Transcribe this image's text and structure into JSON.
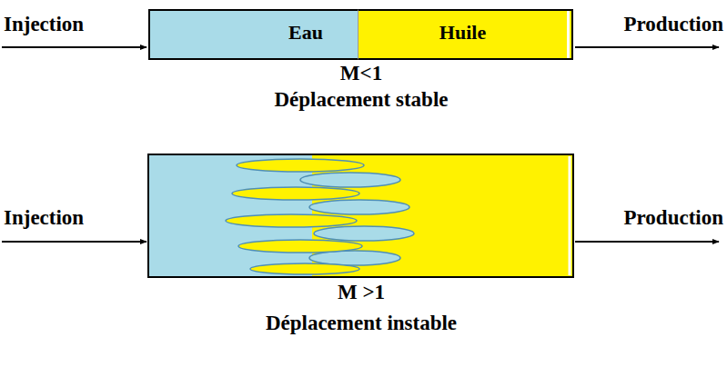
{
  "diagram": {
    "nodes": [
      {
        "text": [
          "Eau"
        ]
      },
      {
        "text": [
          "Huile"
        ]
      }
    ],
    "labels": [
      "Injection",
      "Production",
      "M<1",
      "Déplacement stable",
      "Injection",
      "Production",
      "M >1",
      "Déplacement instable"
    ]
  }
}
